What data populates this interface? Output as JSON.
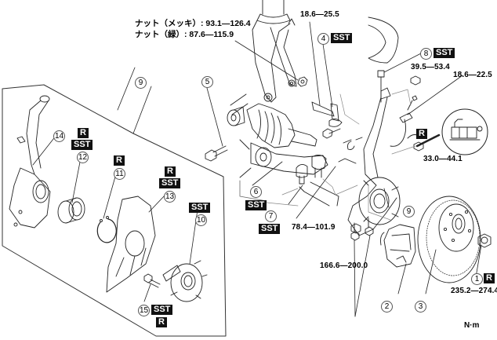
{
  "diagram": {
    "type": "exploded-parts-view",
    "subject": "front wheel hub / knuckle assembly",
    "unit_label": "N·m",
    "legend_badges": {
      "sst": "SST",
      "replace": "R"
    }
  },
  "torques": {
    "nut_plated": "ナット（メッキ）: 93.1—126.4",
    "nut_green": "ナット（緑）: 87.6—115.9",
    "t_top_center": "18.6—25.5",
    "t_balljoint": "39.5—53.4",
    "t_sensor": "18.6—22.5",
    "t_abs_nut": "33.0—44.1",
    "t_tierod": "78.4—101.9",
    "t_caliper": "166.6—200.0",
    "t_hub_nut": "235.2—274.4"
  },
  "callouts": {
    "c1": "1",
    "c2": "2",
    "c3": "3",
    "c4": "4",
    "c5": "5",
    "c6": "6",
    "c7": "7",
    "c8": "8",
    "c9a": "9",
    "c9b": "9",
    "c10": "10",
    "c11": "11",
    "c12": "12",
    "c13": "13",
    "c14": "14",
    "c15": "15"
  },
  "badges": {
    "b4_sst": "SST",
    "b8_sst": "SST",
    "b_abs_r": "R",
    "b6_sst": "SST",
    "b7_sst": "SST",
    "b1_r": "R",
    "b14_r": "R",
    "b14_sst": "SST",
    "b11_r": "R",
    "b13_r": "R",
    "b13_sst": "SST",
    "b10_sst": "SST",
    "b15_sst": "SST",
    "b15_r": "R"
  }
}
